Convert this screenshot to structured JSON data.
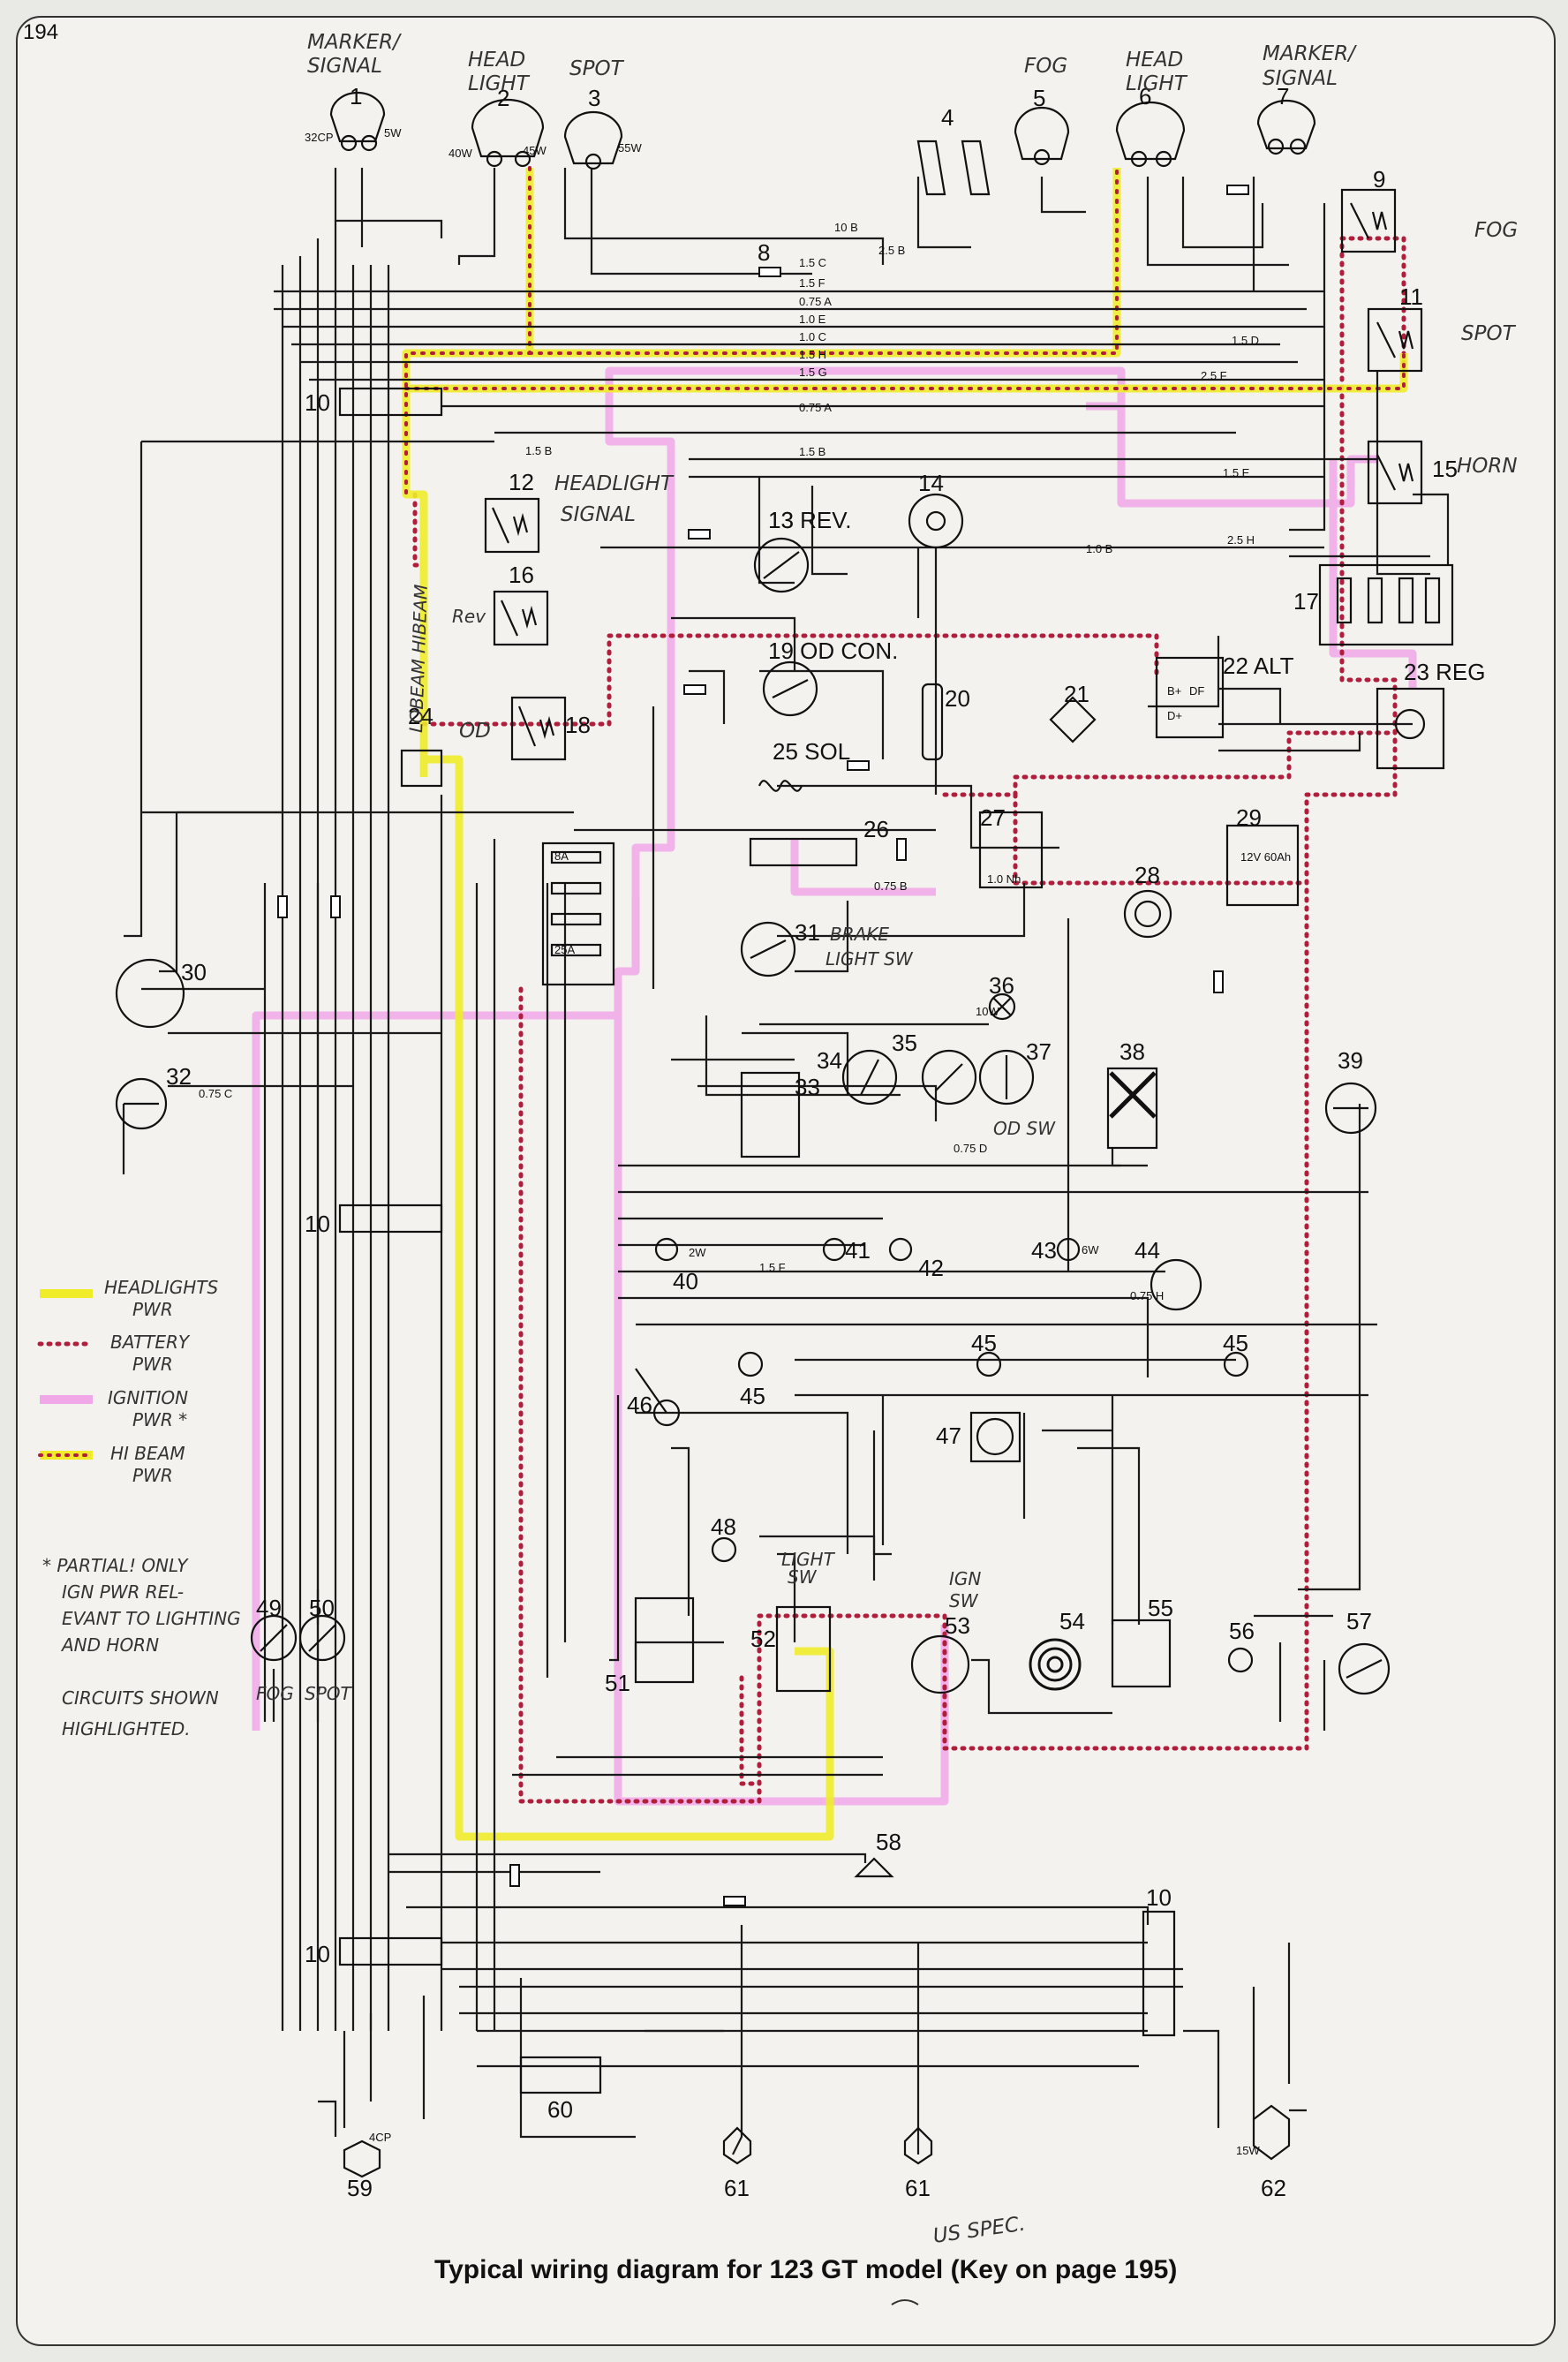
{
  "page_number": "194",
  "caption": "Typical wiring diagram for 123 GT model (Key on page 195)",
  "handwritten_note": "US SPEC.",
  "top_labels": {
    "marker_signal_left": [
      "MARKER/",
      "SIGNAL"
    ],
    "head_light_left": [
      "HEAD",
      "LIGHT"
    ],
    "spot_left": "SPOT",
    "fog_right": "FOG",
    "head_light_right": [
      "HEAD",
      "LIGHT"
    ],
    "marker_signal_right": [
      "MARKER/",
      "SIGNAL"
    ]
  },
  "side_labels": {
    "fog_relay": "FOG",
    "spot_relay": "SPOT",
    "horn_relay": "HORN",
    "headlight_signal": [
      "HEADLIGHT",
      "SIGNAL"
    ],
    "rev": "Rev",
    "od": "OD",
    "lo_beam_hi_beam": "LOBEAM HIBEAM",
    "alt": "22 ALT",
    "reg": "23 REG",
    "rev_13": "13 REV.",
    "od_con": "19 OD CON.",
    "sol": "25 SOL",
    "brake_light_sw": [
      "BRAKE",
      "LIGHT SW"
    ],
    "od_sw": "OD SW",
    "light_sw": [
      "LIGHT",
      "SW"
    ],
    "ign_sw": [
      "IGN",
      "SW"
    ],
    "fog_bottom": "FOG",
    "spot_bottom": "SPOT"
  },
  "legend": {
    "colors": {
      "headlights": "#f0ec2a",
      "battery": "#b01e3c",
      "ignition": "#f0a8e8",
      "hibeam_yellow": "#f0ec2a",
      "hibeam_dots": "#b01e3c",
      "wire": "#1a1a1a"
    },
    "items": [
      {
        "lines": [
          "HEADLIGHTS",
          "PWR"
        ]
      },
      {
        "lines": [
          "BATTERY",
          "PWR"
        ]
      },
      {
        "lines": [
          "IGNITION",
          "PWR *"
        ]
      },
      {
        "lines": [
          "HI BEAM",
          "PWR"
        ]
      }
    ]
  },
  "footnote": [
    "* PARTIAL! ONLY",
    "IGN PWR REL-",
    "EVANT TO LIGHTING",
    "AND HORN",
    "CIRCUITS SHOWN",
    "HIGHLIGHTED."
  ],
  "component_numbers": [
    "1",
    "2",
    "3",
    "4",
    "5",
    "6",
    "7",
    "8",
    "9",
    "10",
    "11",
    "12",
    "13",
    "14",
    "15",
    "16",
    "17",
    "18",
    "19",
    "20",
    "21",
    "22",
    "23",
    "24",
    "25",
    "26",
    "27",
    "28",
    "29",
    "30",
    "31",
    "32",
    "33",
    "34",
    "35",
    "36",
    "37",
    "38",
    "39",
    "40",
    "41",
    "42",
    "43",
    "44",
    "45",
    "46",
    "47",
    "48",
    "49",
    "50",
    "51",
    "52",
    "53",
    "54",
    "55",
    "56",
    "57",
    "58",
    "59",
    "60",
    "61",
    "62"
  ],
  "wire_labels": [
    "1.5 C",
    "1.5 F",
    "0.75 A",
    "1.0 E",
    "1.0 C",
    "1.5 H",
    "1.5 G",
    "0.75 A",
    "1.5 B",
    "1.5 E",
    "1.5 D",
    "2.5 F",
    "2.5 H",
    "1.0 B",
    "1.5 B",
    "10 B",
    "2.5 B",
    "0.75 H",
    "0.75 C",
    "1.5 F",
    "0.75 D",
    "0.75 B"
  ],
  "ratings": [
    "32CP",
    "5W",
    "40W",
    "45W",
    "55W",
    "10W",
    "2W",
    "12V 60Ah",
    "1.0 Nh",
    "8A",
    "25A",
    "4CP",
    "15W",
    "6W",
    "B+",
    "DF",
    "D+"
  ]
}
